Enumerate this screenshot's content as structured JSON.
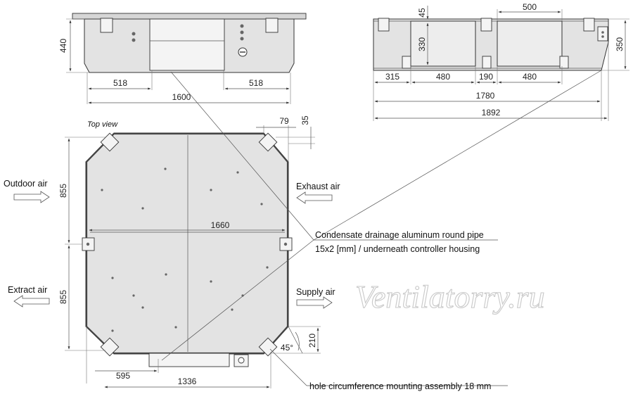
{
  "view_label": "Top view",
  "dimensions": {
    "front_height": "440",
    "front_left_offset": "518",
    "front_right_offset": "518",
    "front_width": "1600",
    "side_top_gap": "45",
    "side_opening_width": "500",
    "side_opening_height": "330",
    "side_right_height": "350",
    "side_seg_1": "315",
    "side_seg_2": "480",
    "side_seg_3": "190",
    "side_seg_4": "480",
    "side_width": "1780",
    "side_total_width": "1892",
    "top_corner_width": "79",
    "top_corner_depth": "35",
    "top_half_upper": "855",
    "top_half_lower": "855",
    "top_diagonal": "1660",
    "top_bottom_offset": "595",
    "top_bottom_width": "1336",
    "top_chamfer_height": "210",
    "chamfer_angle": "45°"
  },
  "labels": {
    "outdoor_air": "Outdoor air",
    "exhaust_air": "Exhaust air",
    "extract_air": "Extract air",
    "supply_air": "Supply air",
    "condensate_line1": "Condensate drainage aluminum round pipe",
    "condensate_line2": "15x2 [mm] / underneath controller housing",
    "hole_note": "hole circumference mounting assembly 18 mm"
  },
  "watermark": "Ventilatorry.ru"
}
